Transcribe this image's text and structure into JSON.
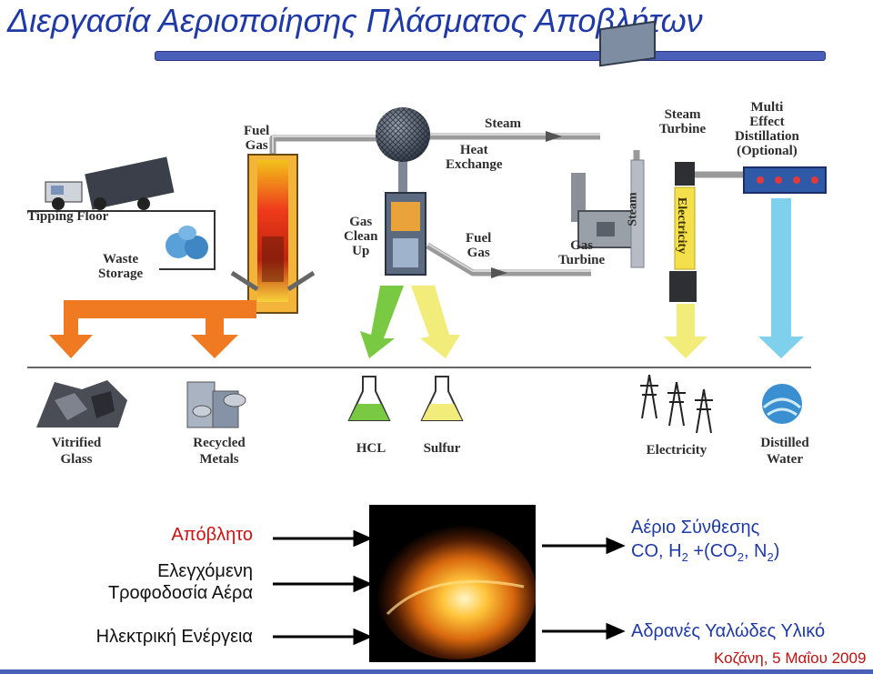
{
  "title": "Διεργασία Αεριοποίησης Πλάσματος Αποβλήτων",
  "diagram": {
    "labels": {
      "fuel_gas_top": [
        "Fuel",
        "Gas"
      ],
      "tipping_floor": "Tipping Floor",
      "waste_storage": [
        "Waste",
        "Storage"
      ],
      "heat_exchange": [
        "Heat",
        "Exchange"
      ],
      "steam_top": "Steam",
      "steam_turbine": [
        "Steam",
        "Turbine"
      ],
      "multi_effect": [
        "Multi",
        "Effect",
        "Distillation",
        "(Optional)"
      ],
      "gas_clean_up": [
        "Gas",
        "Clean",
        "Up"
      ],
      "fuel_gas_mid": [
        "Fuel",
        "Gas"
      ],
      "gas_turbine": [
        "Gas",
        "Turbine"
      ],
      "steam_vertical": "Steam",
      "electricity_vertical": "Electricity"
    },
    "outputs": [
      {
        "label": [
          "Vitrified",
          "Glass"
        ]
      },
      {
        "label": [
          "Recycled",
          "Metals"
        ]
      },
      {
        "label": [
          "HCL"
        ]
      },
      {
        "label": [
          "Sulfur"
        ]
      },
      {
        "label": [
          "Electricity"
        ]
      },
      {
        "label": [
          "Distilled",
          "Water"
        ]
      }
    ],
    "colors": {
      "orange": "#f07a22",
      "green": "#7ac943",
      "yellow": "#f2ec7a",
      "blue": "#7fd0ec",
      "pipe": "#9a9a9a"
    }
  },
  "inputs": {
    "waste": "Απόβλητο",
    "air_line1": "Ελεγχόμενη",
    "air_line2": "Τροφοδοσία Αέρα",
    "power": "Ηλεκτρική Ενέργεια"
  },
  "results": {
    "syngas_title": "Αέριο Σύνθεσης",
    "syngas_formula_parts": [
      "CO, H",
      "2",
      " +(CO",
      "2",
      ", N",
      "2",
      ")"
    ],
    "slag": "Αδρανές Υαλώδες Υλικό"
  },
  "footer": "Κοζάνη, 5 Μαΐου 2009"
}
